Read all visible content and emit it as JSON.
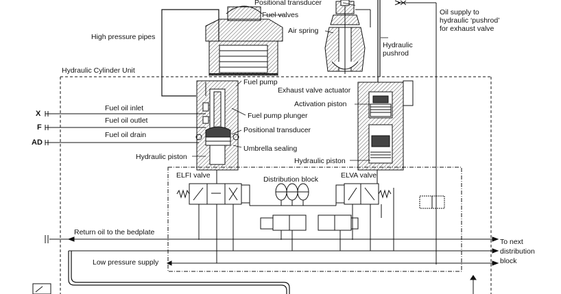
{
  "labels": {
    "positional_transducer_top": "Positional transducer",
    "fuel_valves": "Fuel valves",
    "air_spring": "Air spring",
    "high_pressure_pipes": "High pressure pipes",
    "oil_supply": "Oil supply to\nhydraulic ‘pushrod’\nfor exhaust valve",
    "hydraulic_pushrod": "Hydraulic\npushrod",
    "hydraulic_cylinder_unit": "Hydraulic Cylinder Unit",
    "fuel_pump": "Fuel pump",
    "exhaust_valve_actuator": "Exhaust valve actuator",
    "activation_piston": "Activation piston",
    "fuel_oil_inlet": "Fuel oil inlet",
    "fuel_oil_outlet": "Fuel oil outlet",
    "fuel_oil_drain": "Fuel oil drain",
    "fuel_pump_plunger": "Fuel pump plunger",
    "positional_transducer_mid": "Positional transducer",
    "umbrella_sealing": "Umbrella sealing",
    "hydraulic_piston_left": "Hydraulic piston",
    "hydraulic_piston_right": "Hydraulic piston",
    "elfi_valve": "ELFI valve",
    "distribution_block": "Distribution block",
    "elva_valve": "ELVA valve",
    "return_oil": "Return oil to the bedplate",
    "low_pressure_supply": "Low pressure supply",
    "to_next": "To next\ndistribution\nblock"
  },
  "ports": {
    "x": "X",
    "f": "F",
    "ad": "AD"
  },
  "colors": {
    "line": "#111111",
    "hatch": "#555555"
  }
}
